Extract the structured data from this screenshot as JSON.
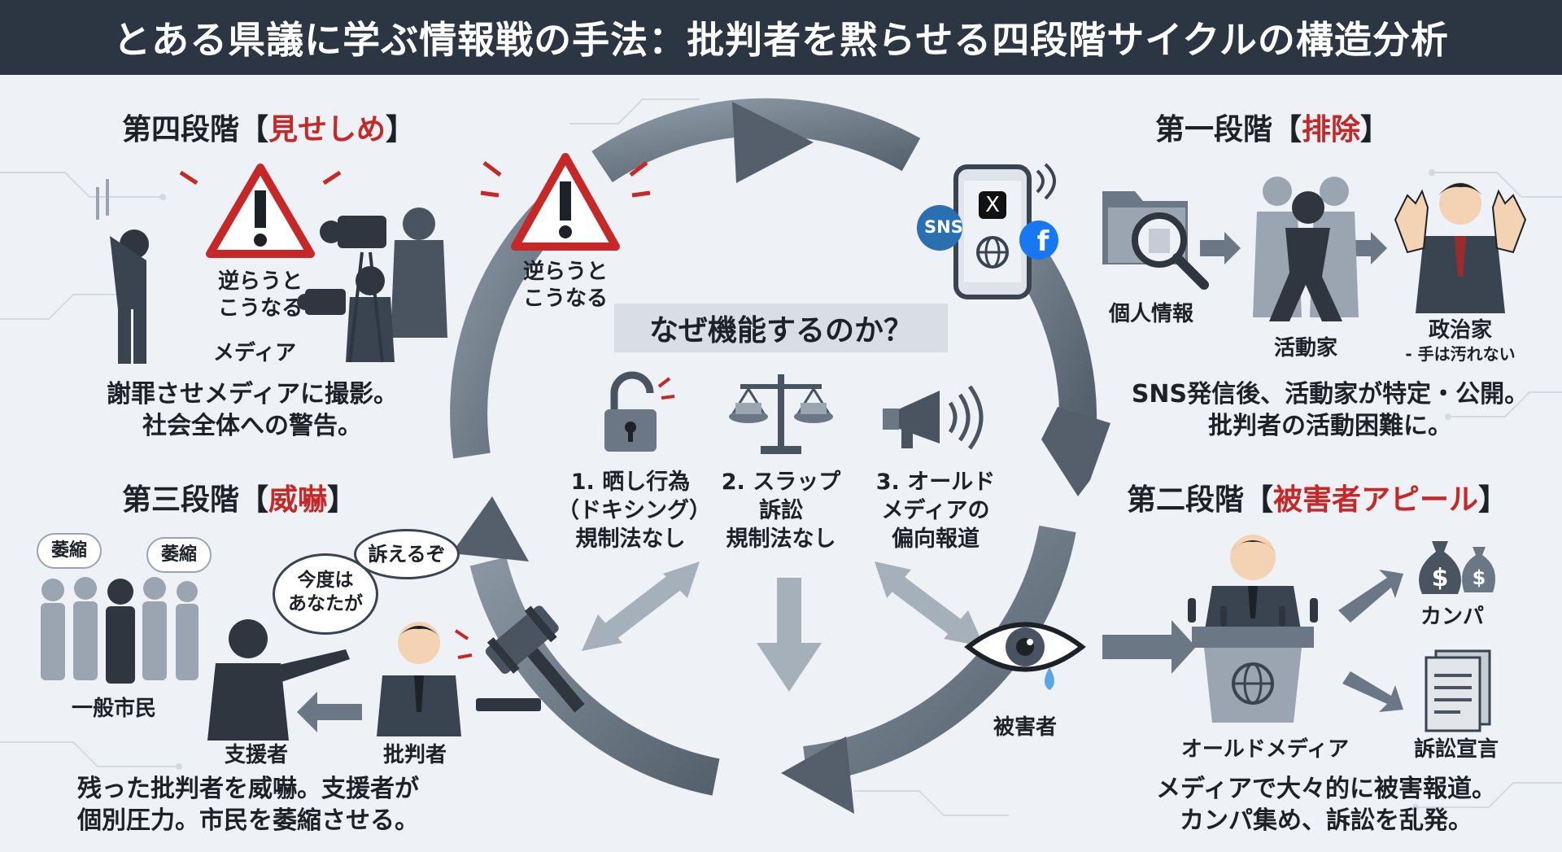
{
  "title": "とある県議に学ぶ情報戦の手法：批判者を黙らせる四段階サイクルの構造分析",
  "colors": {
    "title_bg": "#2b3642",
    "accent_red": "#c62828",
    "arrow": "#6b7785",
    "figure": "#3a4350"
  },
  "center": {
    "question": "なぜ機能するのか？",
    "warning_text": [
      "逆らうと",
      "こうなる"
    ],
    "reasons": [
      {
        "lines": [
          "1. 晒し行為",
          "（ドキシング）",
          "規制法なし"
        ],
        "icon": "unlocked-padlock-icon"
      },
      {
        "lines": [
          "2. スラップ",
          "訴訟",
          "規制法なし"
        ],
        "icon": "balance-scale-icon"
      },
      {
        "lines": [
          "3. オールド",
          "メディアの",
          "偏向報道"
        ],
        "icon": "megaphone-icon"
      }
    ],
    "victim_label": "被害者",
    "sns_icon_text": "SNS"
  },
  "stage1": {
    "prefix": "第一段階【",
    "highlight": "排除",
    "suffix": "】",
    "labels": {
      "personal_info": "個人情報",
      "activist": "活動家",
      "politician": "政治家",
      "politician_note": "- 手は汚れない"
    },
    "caption": [
      "SNS発信後、活動家が特定・公開。",
      "批判者の活動困難に。"
    ]
  },
  "stage2": {
    "prefix": "第二段階【",
    "highlight": "被害者アピール",
    "suffix": "】",
    "labels": {
      "campaign": "カンパ",
      "media": "オールドメディア",
      "lawsuit": "訴訟宣言"
    },
    "caption": [
      "メディアで大々的に被害報道。",
      "カンパ集め、訴訟を乱発。"
    ]
  },
  "stage3": {
    "prefix": "第三段階【",
    "highlight": "威嚇",
    "suffix": "】",
    "labels": {
      "bubble1": "萎縮",
      "bubble2": "萎縮",
      "public": "一般市民",
      "speech1": [
        "今度は",
        "あなたが"
      ],
      "speech2": "訴えるぞ",
      "supporter": "支援者",
      "critic": "批判者"
    },
    "caption": [
      "残った批判者を威嚇。支援者が",
      "個別圧力。市民を萎縮させる。"
    ]
  },
  "stage4": {
    "prefix": "第四段階【",
    "highlight": "見せしめ",
    "suffix": "】",
    "labels": {
      "warning": [
        "逆らうと",
        "こうなる"
      ],
      "media": "メディア"
    },
    "caption": [
      "謝罪させメディアに撮影。",
      "社会全体への警告。"
    ]
  }
}
